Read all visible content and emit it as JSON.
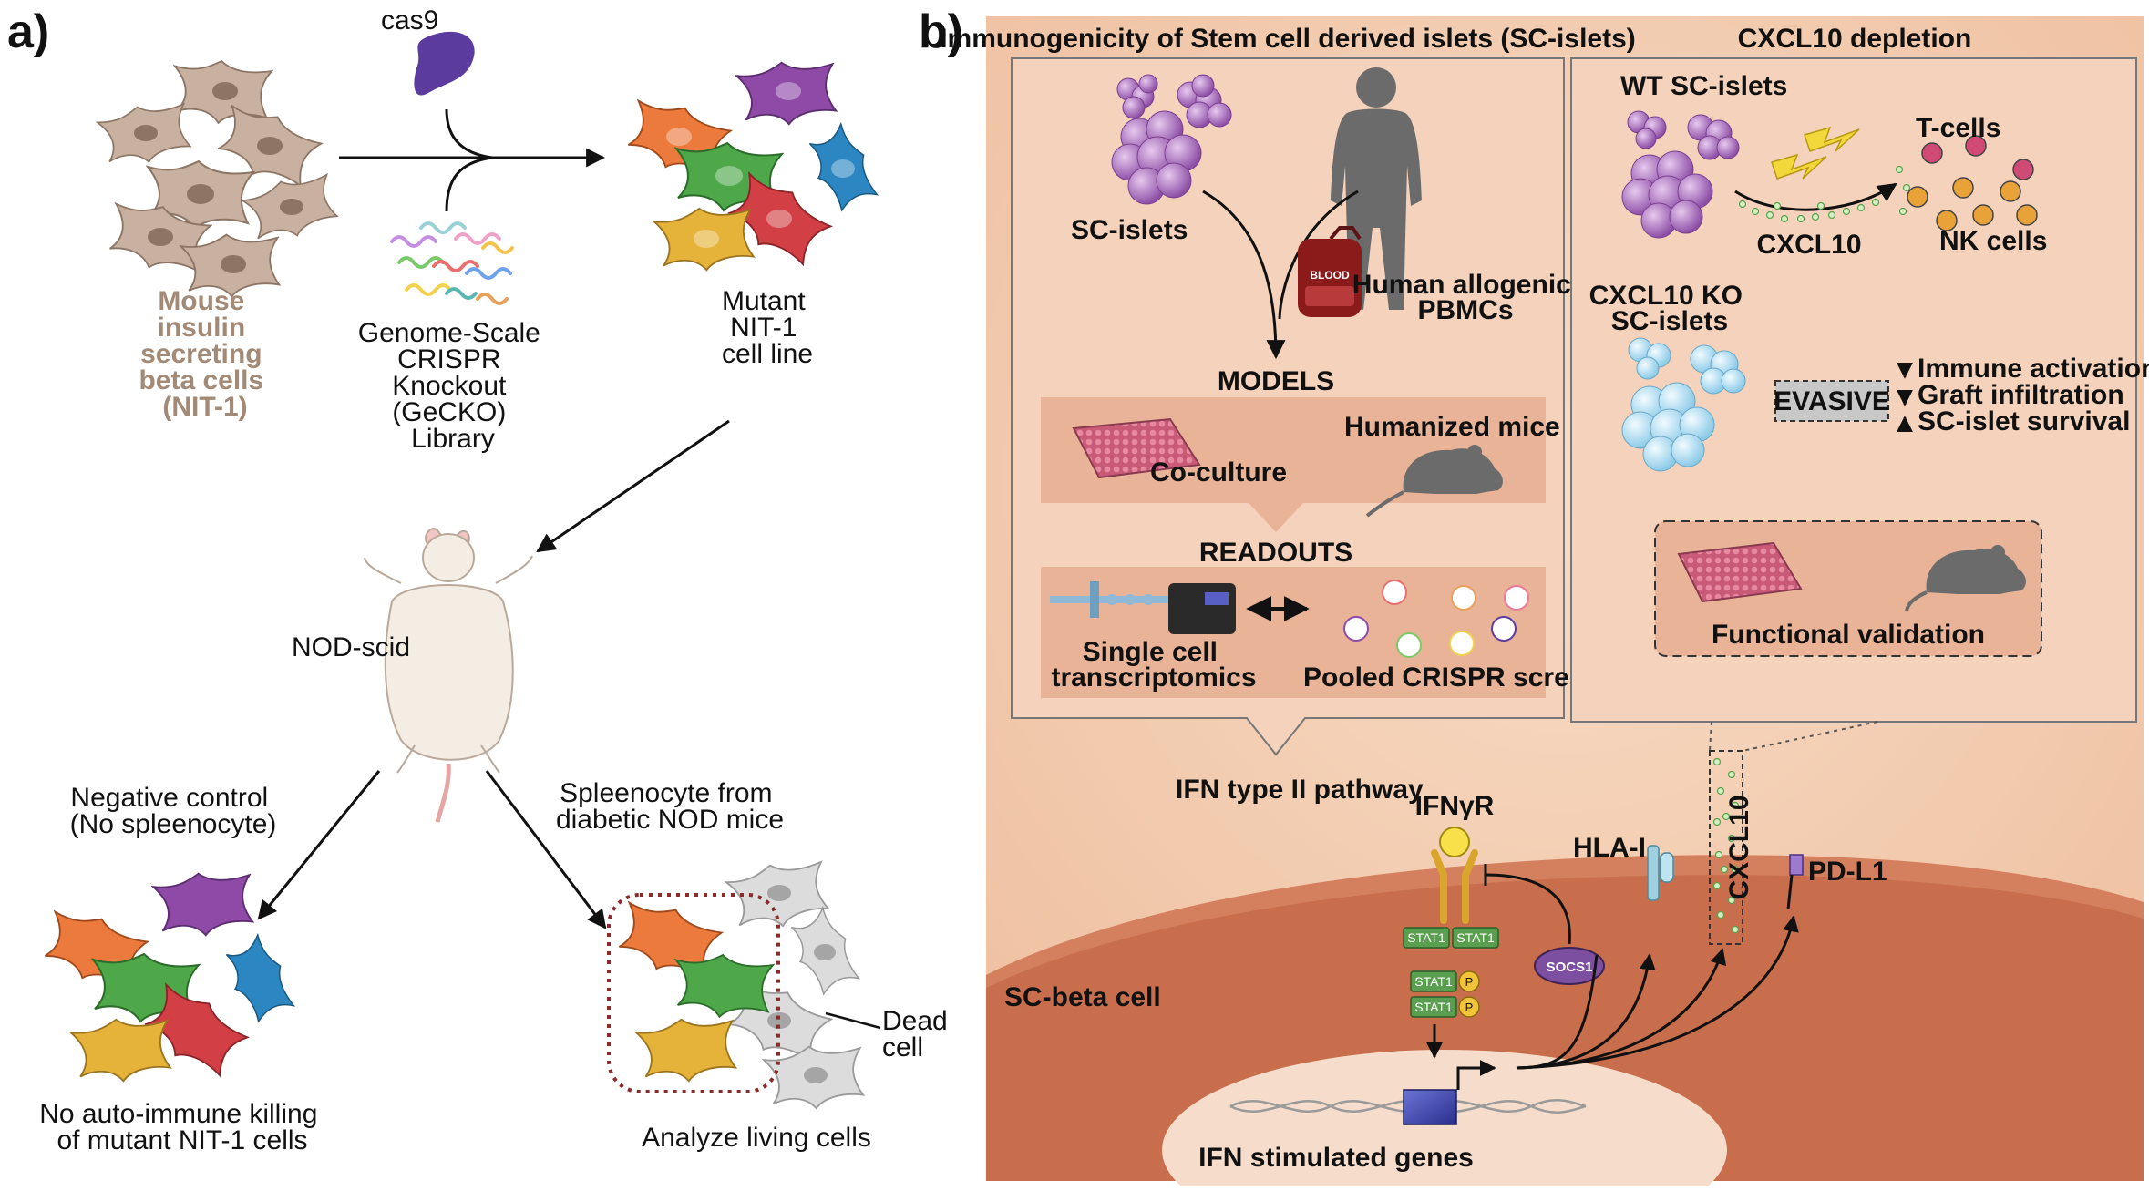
{
  "panel_a": {
    "letter": "a)",
    "cas9": "cas9",
    "mouse_cells": [
      "Mouse",
      "insulin",
      "secreting",
      "beta cells",
      "(NIT-1)"
    ],
    "library": [
      "Genome-Scale",
      "CRISPR",
      "Knockout",
      "(GeCKO)",
      "Library"
    ],
    "mutant": [
      "Mutant",
      "NIT-1",
      "cell line"
    ],
    "nod_scid": "NOD-scid",
    "negative_control": [
      "Negative control",
      "(No spleenocyte)"
    ],
    "spleenocyte": [
      "Spleenocyte from",
      "diabetic NOD mice"
    ],
    "dead_cell": [
      "Dead",
      "cell"
    ],
    "no_killing": [
      "No auto-immune killing",
      "of mutant NIT-1 cells"
    ],
    "analyze": "Analyze living cells"
  },
  "panel_b": {
    "letter": "b)",
    "immuno_title": "Immunogenicity of Stem cell derived islets (SC-islets)",
    "sc_islets": "SC-islets",
    "blood": "BLOOD",
    "pbmcs": [
      "Human allogenic",
      "PBMCs"
    ],
    "models": "MODELS",
    "coculture": "Co-culture",
    "humanized_mice": "Humanized mice",
    "readouts": "READOUTS",
    "single_cell": [
      "Single cell",
      "transcriptomics"
    ],
    "pooled_crispr": "Pooled CRISPR screen",
    "cxcl10_depletion": "CXCL10 depletion",
    "wt_islets": "WT SC-islets",
    "t_cells": "T-cells",
    "cxcl10": "CXCL10",
    "nk_cells": "NK cells",
    "ko_islets": [
      "CXCL10 KO",
      "SC-islets"
    ],
    "evasive": "EVASIVE",
    "effects": [
      "Immune activation",
      "Graft infiltration",
      "SC-islet survival"
    ],
    "functional_validation": "Functional validation",
    "ifn_pathway": "IFN type II pathway",
    "ifngr": "IFNγR",
    "hla": "HLA-I",
    "cxcl10_vertical": "CXCL10",
    "pdl1": "PD-L1",
    "stat1": "STAT1",
    "p": "P",
    "socs1": "SOCS1",
    "sc_beta": "SC-beta cell",
    "ifn_genes": "IFN stimulated genes"
  },
  "colors": {
    "mouse_beige": "#a38a76",
    "background_b": "#f2c9ad",
    "membrane": "#d4805e",
    "nucleus": "#f6ddcb",
    "dead_cell_red": "#8b2a2a",
    "stat_green": "#5a9e4f"
  }
}
